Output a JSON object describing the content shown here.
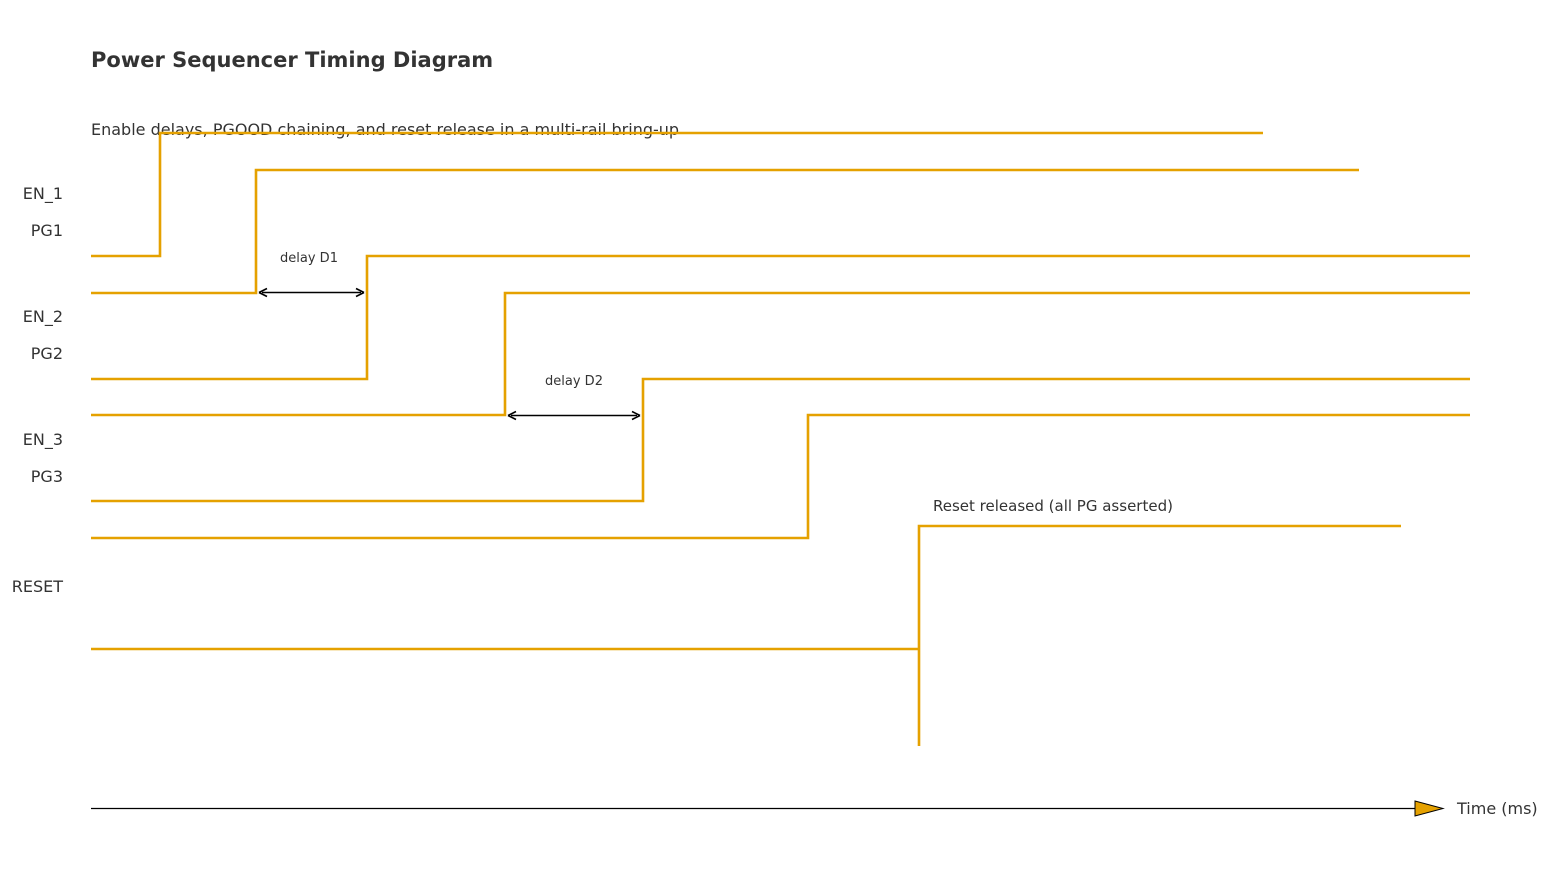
{
  "header": {
    "title": "Power Sequencer Timing Diagram",
    "subtitle": "Enable delays, PGOOD chaining, and reset release in a multi-rail bring-up"
  },
  "colors": {
    "wave": "#e5a100",
    "text": "#333333",
    "axis": "#000000",
    "arrowhead_fill": "#e5a100"
  },
  "axis": {
    "label": "Time (ms)"
  },
  "signals": [
    {
      "id": "en1",
      "label": "EN_1"
    },
    {
      "id": "pg1",
      "label": "PG1"
    },
    {
      "id": "en2",
      "label": "EN_2"
    },
    {
      "id": "pg2",
      "label": "PG2"
    },
    {
      "id": "en3",
      "label": "EN_3"
    },
    {
      "id": "pg3",
      "label": "PG3"
    },
    {
      "id": "reset",
      "label": "RESET"
    }
  ],
  "annotations": {
    "delay_d1": "delay D1",
    "delay_d2": "delay D2",
    "reset_note": "Reset released (all PG asserted)"
  }
}
